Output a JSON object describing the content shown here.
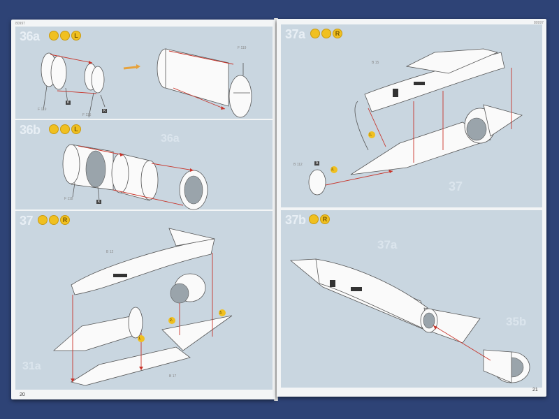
{
  "booklet": {
    "left_page": {
      "code": "80997",
      "page_number": "20",
      "steps": [
        {
          "id": "36a",
          "label": "36a",
          "icons": [
            "glue-icon",
            "paint-icon",
            "left-icon"
          ],
          "icon_glyphs": [
            "",
            "",
            "L"
          ],
          "parts": [
            "F 119",
            "K",
            "F 116",
            "K",
            "F 119"
          ]
        },
        {
          "id": "36b",
          "label": "36b",
          "icons": [
            "glue-icon",
            "paint-icon",
            "left-icon"
          ],
          "icon_glyphs": [
            "",
            "",
            "L"
          ],
          "parts": [
            "F 118",
            "K"
          ],
          "ghost_labels": [
            "36a"
          ]
        },
        {
          "id": "37",
          "label": "37",
          "icons": [
            "glue-icon",
            "paint-icon",
            "right-icon"
          ],
          "icon_glyphs": [
            "",
            "",
            "R"
          ],
          "parts": [
            "B 12",
            "1.",
            "2.",
            "3.",
            "B 17"
          ],
          "ghost_labels": [
            "31a"
          ]
        }
      ]
    },
    "right_page": {
      "code": "80997",
      "page_number": "21",
      "steps": [
        {
          "id": "37a",
          "label": "37a",
          "icons": [
            "glue-icon",
            "paint-icon",
            "right-icon"
          ],
          "icon_glyphs": [
            "",
            "",
            "R"
          ],
          "parts": [
            "B 15",
            "1.",
            "B 112",
            "A",
            "2."
          ],
          "ghost_labels": [
            "37"
          ]
        },
        {
          "id": "37b",
          "label": "37b",
          "icons": [
            "glue-icon",
            "right-icon"
          ],
          "icon_glyphs": [
            "",
            "R"
          ],
          "ghost_labels": [
            "37a",
            "35b"
          ]
        }
      ]
    }
  },
  "colors": {
    "panel": "#c9d6e0",
    "arrow": "#c8342a",
    "icon": "#f0c020",
    "background": "#2e4376"
  }
}
